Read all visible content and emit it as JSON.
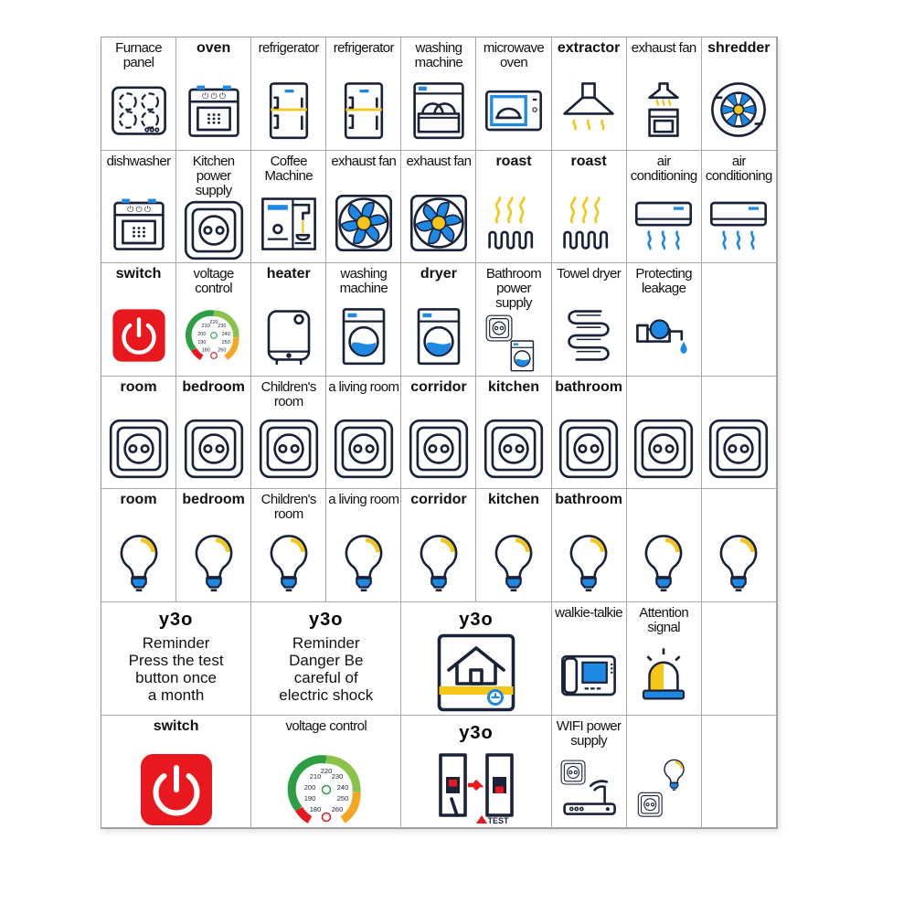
{
  "colors": {
    "blue": "#1e88e5",
    "yellow": "#f5c518",
    "red": "#e8181e",
    "ink": "#1a2238",
    "grid": "#a8a8a8"
  },
  "rows": [
    {
      "cells": [
        {
          "label": "Furnace\npanel",
          "icon": "cooktop-icon"
        },
        {
          "label": "oven",
          "icon": "oven-icon"
        },
        {
          "label": "refrigerator",
          "icon": "fridge-icon"
        },
        {
          "label": "refrigerator",
          "icon": "fridge-icon"
        },
        {
          "label": "washing\nmachine",
          "icon": "dish-rack-icon"
        },
        {
          "label": "microwave\noven",
          "icon": "microwave-icon"
        },
        {
          "label": "extractor",
          "icon": "range-hood-icon"
        },
        {
          "label": "exhaust fan",
          "icon": "hood-oven-icon"
        },
        {
          "label": "shredder",
          "icon": "shredder-icon"
        }
      ]
    },
    {
      "cells": [
        {
          "label": "dishwasher",
          "icon": "oven-icon"
        },
        {
          "label": "Kitchen\npower supply",
          "icon": "socket-icon"
        },
        {
          "label": "Coffee\nMachine",
          "icon": "coffee-machine-icon"
        },
        {
          "label": "exhaust fan",
          "icon": "fan-icon"
        },
        {
          "label": "exhaust fan",
          "icon": "fan-icon"
        },
        {
          "label": "roast",
          "icon": "heater-coil-icon"
        },
        {
          "label": "roast",
          "icon": "heater-coil-icon"
        },
        {
          "label": "air\nconditioning",
          "icon": "air-conditioner-icon"
        },
        {
          "label": "air\nconditioning",
          "icon": "air-conditioner-icon"
        }
      ]
    },
    {
      "cells": [
        {
          "label": "switch",
          "icon": "power-icon"
        },
        {
          "label": "voltage\ncontrol",
          "icon": "voltage-gauge-icon"
        },
        {
          "label": "heater",
          "icon": "water-heater-icon"
        },
        {
          "label": "washing\nmachine",
          "icon": "washing-machine-icon"
        },
        {
          "label": "dryer",
          "icon": "washing-machine-icon"
        },
        {
          "label": "Bathroom\npower supply",
          "icon": "bath-socket-icon"
        },
        {
          "label": "Towel dryer",
          "icon": "towel-rail-icon"
        },
        {
          "label": "Protecting\nleakage",
          "icon": "faucet-icon"
        },
        {
          "label": "",
          "icon": ""
        }
      ]
    },
    {
      "cells": [
        {
          "label": "room",
          "icon": "socket-icon"
        },
        {
          "label": "bedroom",
          "icon": "socket-icon"
        },
        {
          "label": "Children's room",
          "icon": "socket-icon"
        },
        {
          "label": "a living room",
          "icon": "socket-icon"
        },
        {
          "label": "corridor",
          "icon": "socket-icon"
        },
        {
          "label": "kitchen",
          "icon": "socket-icon"
        },
        {
          "label": "bathroom",
          "icon": "socket-icon"
        },
        {
          "label": "",
          "icon": "socket-icon"
        },
        {
          "label": "",
          "icon": "socket-icon"
        }
      ]
    },
    {
      "cells": [
        {
          "label": "room",
          "icon": "bulb-icon"
        },
        {
          "label": "bedroom",
          "icon": "bulb-icon"
        },
        {
          "label": "Children's room",
          "icon": "bulb-icon"
        },
        {
          "label": "a living room",
          "icon": "bulb-icon"
        },
        {
          "label": "corridor",
          "icon": "bulb-icon"
        },
        {
          "label": "kitchen",
          "icon": "bulb-icon"
        },
        {
          "label": "bathroom",
          "icon": "bulb-icon"
        },
        {
          "label": "",
          "icon": "bulb-icon"
        },
        {
          "label": "",
          "icon": "bulb-icon"
        }
      ]
    },
    {
      "cells": [
        {
          "brand": "y3o",
          "text": "Reminder\nPress the test\nbutton once\na month",
          "icon": ""
        },
        {
          "brand": "y3o",
          "text": "Reminder\nDanger Be\ncareful of\nelectric shock",
          "icon": ""
        },
        {
          "brand": "y3o",
          "text": "",
          "icon": "house-ground-icon"
        },
        {
          "label": "walkie-talkie",
          "icon": "intercom-icon"
        },
        {
          "label": "Attention\nsignal",
          "icon": "beacon-icon"
        },
        {
          "label": "",
          "icon": ""
        }
      ]
    },
    {
      "cells": [
        {
          "label": "switch",
          "icon": "power-icon"
        },
        {
          "label": "voltage control",
          "icon": "voltage-gauge-icon"
        },
        {
          "brand": "y3o",
          "text": "",
          "icon": "breaker-test-icon",
          "badge": "TEST"
        },
        {
          "label": "WIFI power supply",
          "icon": "wifi-socket-icon"
        },
        {
          "label": "",
          "icon": "bulb-socket-icon"
        },
        {
          "label": "",
          "icon": ""
        }
      ]
    }
  ]
}
